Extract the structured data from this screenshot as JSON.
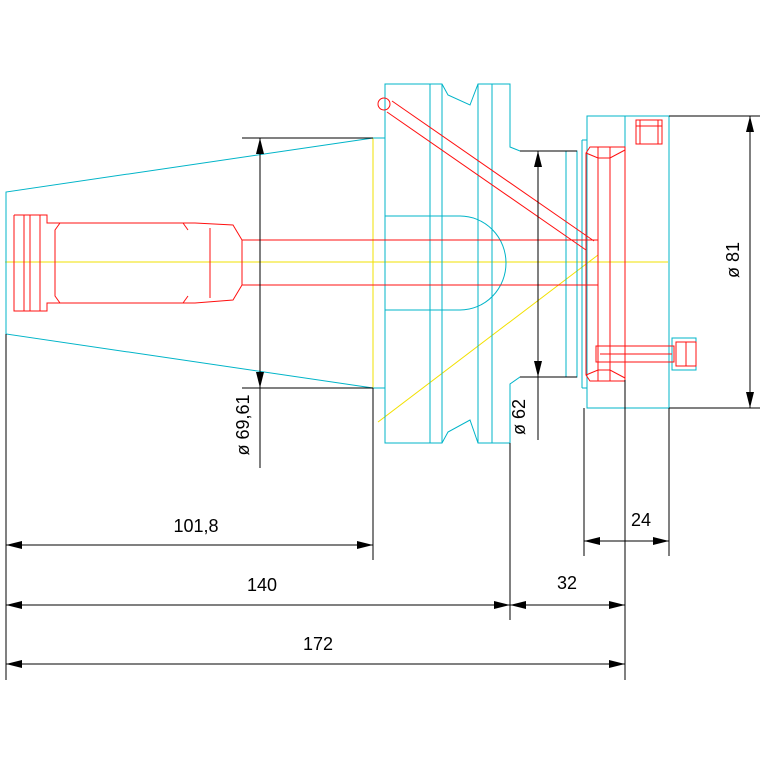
{
  "dimensions": {
    "d_69_61": "ø 69,61",
    "d_62": "ø 62",
    "d_81": "ø 81",
    "len_101_8": "101,8",
    "len_140": "140",
    "len_172": "172",
    "len_32": "32",
    "len_24": "24"
  },
  "colors": {
    "outline": "#00b4c8",
    "hidden_part": "#ff1010",
    "centerline": "#f2e000",
    "dimension": "#000000"
  }
}
